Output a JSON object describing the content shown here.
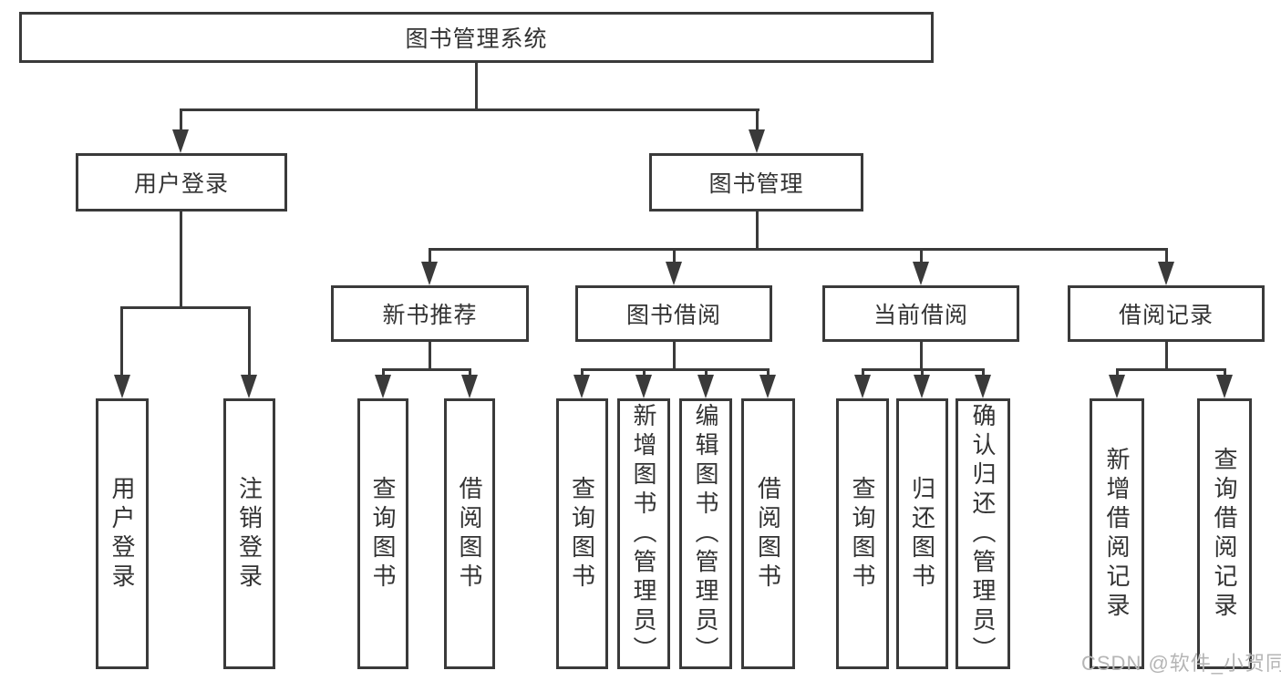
{
  "tree": {
    "label": "图书管理系统",
    "children": [
      {
        "label": "用户登录",
        "children": [
          {
            "label": "用户登录"
          },
          {
            "label": "注销登录"
          }
        ]
      },
      {
        "label": "图书管理",
        "children": [
          {
            "label": "新书推荐",
            "children": [
              {
                "label": "查询图书"
              },
              {
                "label": "借阅图书"
              }
            ]
          },
          {
            "label": "图书借阅",
            "children": [
              {
                "label": "查询图书"
              },
              {
                "label": "新增图书（管理员）"
              },
              {
                "label": "编辑图书（管理员）"
              },
              {
                "label": "借阅图书"
              }
            ]
          },
          {
            "label": "当前借阅",
            "children": [
              {
                "label": "查询图书"
              },
              {
                "label": "归还图书"
              },
              {
                "label": "确认归还（管理员）"
              }
            ]
          },
          {
            "label": "借阅记录",
            "children": [
              {
                "label": "新增借阅记录"
              },
              {
                "label": "查询借阅记录"
              }
            ]
          }
        ]
      }
    ]
  },
  "watermark": {
    "text": "CSDN @软件_小贺同学"
  },
  "colors": {
    "line": "#3a3a3a",
    "text": "#333333",
    "watermark": "#b5b5b5",
    "background": "#ffffff"
  }
}
